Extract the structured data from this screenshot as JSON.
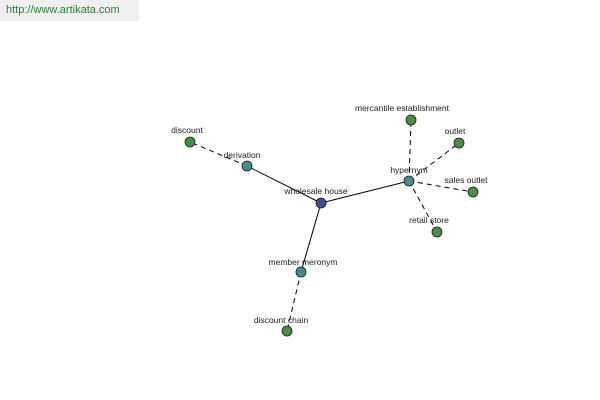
{
  "source_link": {
    "text": "http://www.artikata.com"
  },
  "colors": {
    "center": "#3d4f8f",
    "relation": "#4a8a8a",
    "term": "#4e8a4a",
    "link": "#2e7d32"
  },
  "graph": {
    "nodes": [
      {
        "id": "wholesale-house",
        "label": "wholesale house",
        "kind": "center"
      },
      {
        "id": "derivation",
        "label": "derivation",
        "kind": "relation"
      },
      {
        "id": "hypernym",
        "label": "hypernym",
        "kind": "relation"
      },
      {
        "id": "member-meronym",
        "label": "member meronym",
        "kind": "relation"
      },
      {
        "id": "discount",
        "label": "discount",
        "kind": "term"
      },
      {
        "id": "mercantile-establishment",
        "label": "mercantile establishment",
        "kind": "term"
      },
      {
        "id": "outlet",
        "label": "outlet",
        "kind": "term"
      },
      {
        "id": "sales-outlet",
        "label": "sales outlet",
        "kind": "term"
      },
      {
        "id": "retail-store",
        "label": "retail store",
        "kind": "term"
      },
      {
        "id": "discount-chain",
        "label": "discount chain",
        "kind": "term"
      }
    ],
    "edges": [
      {
        "from": "wholesale-house",
        "to": "derivation",
        "style": "solid"
      },
      {
        "from": "wholesale-house",
        "to": "hypernym",
        "style": "solid"
      },
      {
        "from": "wholesale-house",
        "to": "member-meronym",
        "style": "solid"
      },
      {
        "from": "derivation",
        "to": "discount",
        "style": "dashed"
      },
      {
        "from": "hypernym",
        "to": "mercantile-establishment",
        "style": "dashed"
      },
      {
        "from": "hypernym",
        "to": "outlet",
        "style": "dashed"
      },
      {
        "from": "hypernym",
        "to": "sales-outlet",
        "style": "dashed"
      },
      {
        "from": "hypernym",
        "to": "retail-store",
        "style": "dashed"
      },
      {
        "from": "member-meronym",
        "to": "discount-chain",
        "style": "dashed"
      }
    ]
  }
}
